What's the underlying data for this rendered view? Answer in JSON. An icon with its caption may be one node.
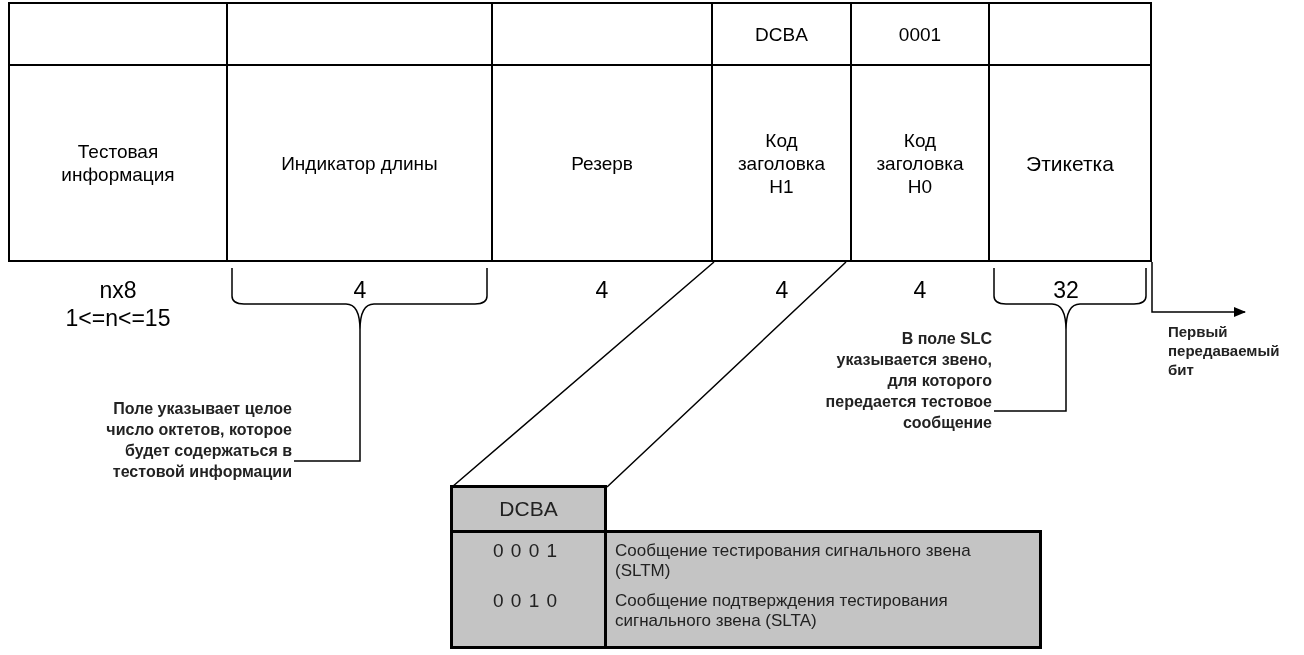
{
  "diagram": {
    "nodes": [
      {
        "text": [
          "Тестовая информация"
        ],
        "beside": [
          "nx8 1<=n<=15"
        ]
      },
      {
        "text": [
          "Индикатор длины"
        ],
        "beside": [
          "4"
        ]
      },
      {
        "text": [
          "Резерв"
        ],
        "beside": [
          "4"
        ]
      },
      {
        "text": [
          "DCBA",
          "Код заголовка H1"
        ],
        "beside": [
          "4"
        ]
      },
      {
        "text": [
          "0001",
          "Код заголовка H0"
        ],
        "beside": [
          "4"
        ]
      },
      {
        "text": [
          "Этикетка"
        ],
        "beside": [
          "32"
        ]
      },
      {
        "text": [
          "Поле указывает целое число октетов, которое будет содержаться в тестовой информации"
        ]
      },
      {
        "text": [
          "В поле SLC указывается звено, для которого передается тестовое сообщение"
        ]
      },
      {
        "text": [
          "Первый передаваемый бит"
        ]
      },
      {
        "text": [
          "DCBA",
          "0 0 0 1",
          "Сообщение тестирования сигнального звена (SLTM)",
          "0 0 1 0",
          "Сообщение подтверждения тестирования сигнального звена  (SLTA)"
        ]
      }
    ],
    "edges": [
      {
        "from": 6,
        "to": 1,
        "arrow": "none"
      },
      {
        "from": 7,
        "to": 5,
        "arrow": "none"
      },
      {
        "from": 3,
        "to": 9,
        "arrow": "none"
      },
      {
        "from": 5,
        "to": 8,
        "arrow": "to"
      }
    ]
  }
}
